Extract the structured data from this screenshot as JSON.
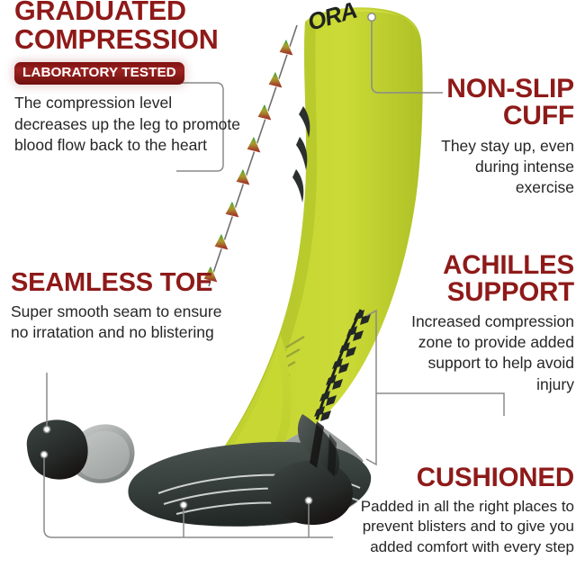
{
  "product": {
    "brand_mark": "ORA",
    "sock_color": "#BFD130",
    "accent_color": "#8E1A19",
    "body_text_color": "#262626",
    "callout_line_color": "#8a8a8a"
  },
  "features": [
    {
      "id": "graduated-compression",
      "heading_line1": "GRADUATED",
      "heading_line2": "COMPRESSION",
      "badge": "LABORATORY TESTED",
      "body": "The compression level decreases up the leg to promote blood flow back to the heart"
    },
    {
      "id": "non-slip-cuff",
      "heading_line1": "NON-SLIP",
      "heading_line2": "CUFF",
      "body": "They stay up, even during intense exercise"
    },
    {
      "id": "seamless-toe",
      "heading_line1": "SEAMLESS TOE",
      "body": "Super smooth seam to ensure no irratation and no blistering"
    },
    {
      "id": "achilles-support",
      "heading_line1": "ACHILLES",
      "heading_line2": "SUPPORT",
      "body": "Increased compression zone to provide added support to help avoid injury"
    },
    {
      "id": "cushioned",
      "heading_line1": "CUSHIONED",
      "body": "Padded in all the right places to prevent blisters and to give you added comfort with every step"
    }
  ],
  "compression_arrows": {
    "description": "gradient arrow chain indicating compression decreasing up the leg",
    "direction": "upward",
    "colors": [
      "#0F9A3E",
      "#2E9E36",
      "#5AA232",
      "#86A52E",
      "#A89A2C",
      "#A9722B",
      "#A2452A",
      "#9B2B22"
    ]
  }
}
